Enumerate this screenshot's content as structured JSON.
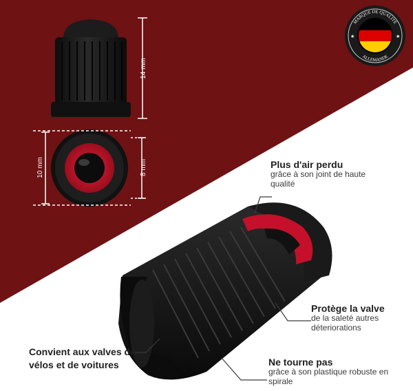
{
  "seal": {
    "top_text": "MARQUE DE QUALITÉ",
    "bottom_text": "ALLEMANDE",
    "flag_colors": [
      "#000000",
      "#dd0000",
      "#ffce00"
    ]
  },
  "dimensions": {
    "height": "14 mm",
    "outer_diameter": "10 mm",
    "inner_diameter": "8 mm"
  },
  "features": [
    {
      "title": "Plus d'air perdu",
      "description": "grâce à son joint de haute qualité"
    },
    {
      "title": "Protège la valve",
      "description": "de la saleté autres déteriorations"
    },
    {
      "title": "Ne tourne pas",
      "description": "grâce à son plastique robuste en spirale"
    },
    {
      "title": "Convient aux valves de vélos et de voitures",
      "description": ""
    }
  ],
  "colors": {
    "background_dark_red": "#6e1214",
    "background_white": "#ffffff",
    "cap_black": "#161616",
    "seal_red": "#c4102a"
  }
}
